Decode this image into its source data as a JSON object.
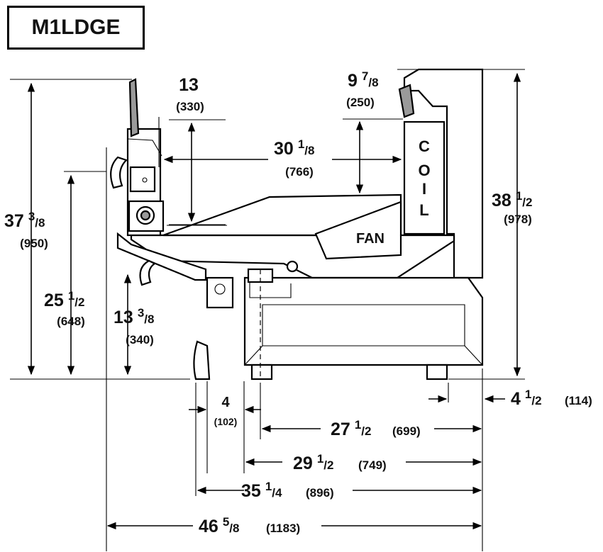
{
  "title": "M1LDGE",
  "labels": {
    "coil": [
      "C",
      "O",
      "I",
      "L"
    ],
    "fan": "FAN"
  },
  "dimensions": {
    "d13_main": "13",
    "d13_mm": "(330)",
    "d9_main": "9",
    "d9_num": "7",
    "d9_den": "/8",
    "d9_mm": "(250)",
    "d30_main": "30",
    "d30_num": "1",
    "d30_den": "/8",
    "d30_mm": "(766)",
    "d38_main": "38",
    "d38_num": "1",
    "d38_den": "/2",
    "d38_mm": "(978)",
    "d37_main": "37",
    "d37_num": "3",
    "d37_den": "/8",
    "d37_mm": "(950)",
    "d25_main": "25",
    "d25_num": "1",
    "d25_den": "/2",
    "d25_mm": "(648)",
    "d13b_main": "13",
    "d13b_num": "3",
    "d13b_den": "/8",
    "d13b_mm": "(340)",
    "d4_main": "4",
    "d4_mm": "(102)",
    "d4h_main": "4",
    "d4h_num": "1",
    "d4h_den": "/2",
    "d4h_mm": "(114)",
    "d27_main": "27",
    "d27_num": "1",
    "d27_den": "/2",
    "d27_mm": "(699)",
    "d29_main": "29",
    "d29_num": "1",
    "d29_den": "/2",
    "d29_mm": "(749)",
    "d35_main": "35",
    "d35_num": "1",
    "d35_den": "/4",
    "d35_mm": "(896)",
    "d46_main": "46",
    "d46_num": "5",
    "d46_den": "/8",
    "d46_mm": "(1183)"
  }
}
